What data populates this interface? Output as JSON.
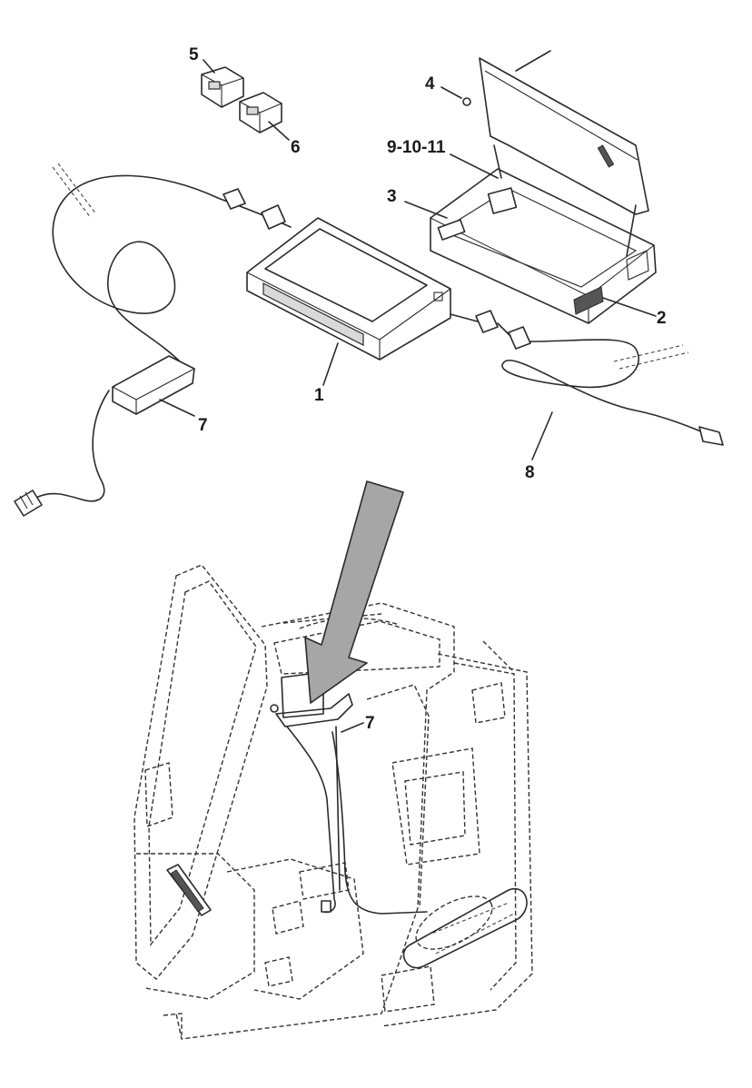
{
  "diagram": {
    "callouts": {
      "c1": "1",
      "c2": "2",
      "c3": "3",
      "c4": "4",
      "c5": "5",
      "c6": "6",
      "c7": "7",
      "c7b": "7",
      "c8": "8",
      "c9": "9-10-11"
    },
    "colors": {
      "line": "#2a2a2a",
      "arrow_fill": "#a6a6a6",
      "background": "#ffffff"
    }
  }
}
